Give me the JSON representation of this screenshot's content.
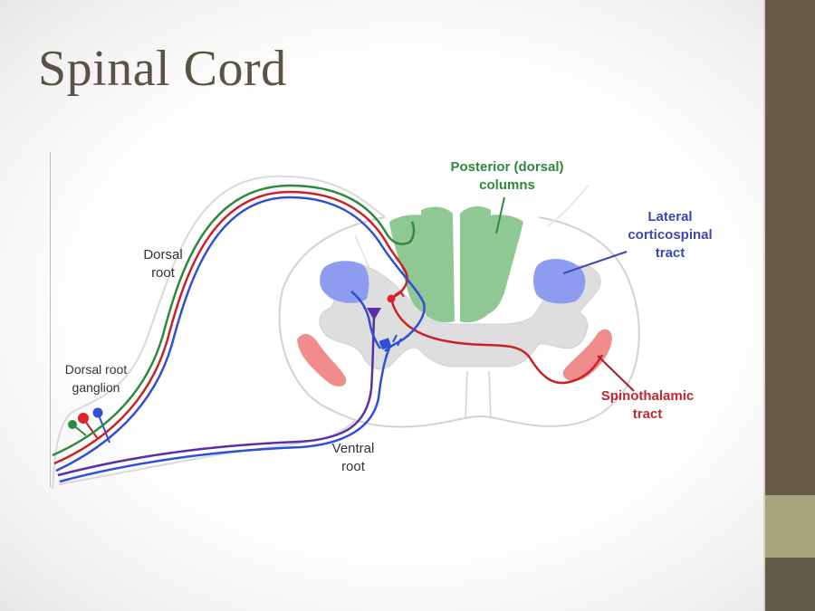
{
  "slide": {
    "title": "Spinal Cord"
  },
  "theme": {
    "title_color": "#5a5242",
    "sidebar_color": "#675b47",
    "sidebar_accent_color": "#a9a47b"
  },
  "diagram": {
    "labels": {
      "posterior_columns": [
        "Posterior (dorsal)",
        "columns"
      ],
      "lateral_corticospinal": [
        "Lateral",
        "corticospinal",
        "tract"
      ],
      "dorsal_root": [
        "Dorsal",
        "root"
      ],
      "dorsal_root_ganglion": [
        "Dorsal root",
        "ganglion"
      ],
      "spinothalamic": [
        "Spinothalamic",
        "tract"
      ],
      "ventral_root": [
        "Ventral",
        "root"
      ]
    },
    "colors": {
      "dorsal_column_pathway": "#2e8b3e",
      "spinothalamic_pathway": "#cc1f2a",
      "motor_pathway": "#2f4fd8",
      "upper_motor_neuron": "#5b2ea6",
      "gray_matter": "#dedede",
      "posterior_columns_fill": "#8fc893",
      "corticospinal_fill": "#8e9cf0",
      "spinothalamic_fill": "#f08c8c"
    }
  }
}
